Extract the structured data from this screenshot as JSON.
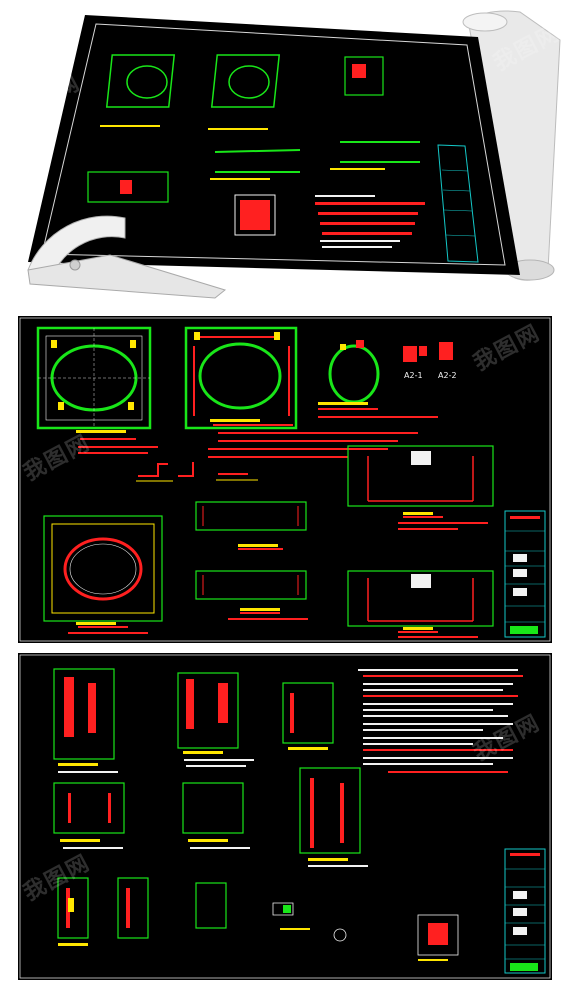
{
  "sheet1": {
    "labels": [
      "A2-1",
      "A2-2"
    ]
  },
  "watermark": {
    "text": "我图网"
  },
  "colors": {
    "background": "#000000",
    "cad_green": "#19e619",
    "cad_red": "#ff2020",
    "cad_yellow": "#ffe600",
    "cad_white": "#f2f2f2",
    "cad_cyan": "#14c8c8"
  }
}
